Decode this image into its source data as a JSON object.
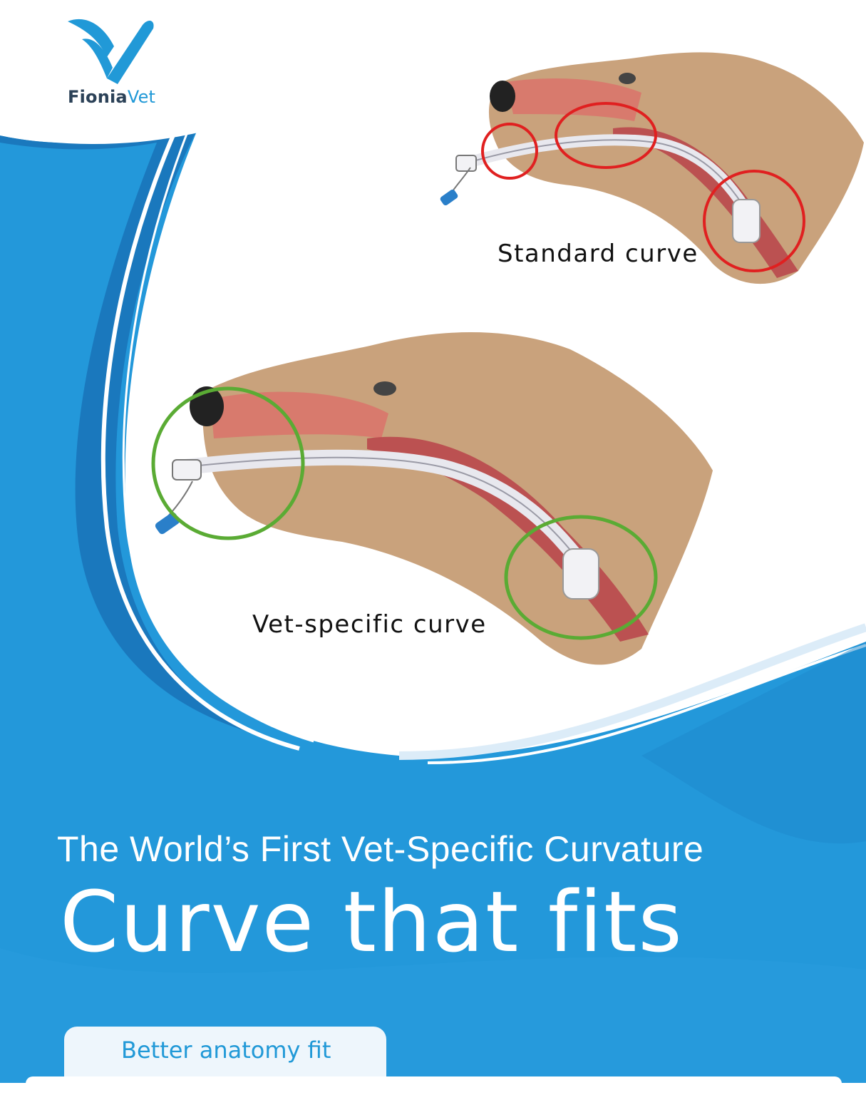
{
  "brand": {
    "name_primary": "Fionia",
    "name_accent": "Vet",
    "colors": {
      "brand_blue": "#2199d7",
      "dark_navy": "#2b4157",
      "panel_blue": "#1e8fd0"
    }
  },
  "illustrations": {
    "standard": {
      "caption": "Standard curve",
      "marker_color": "#e02020",
      "icon": "dog-intubation-standard-illustration"
    },
    "vet_specific": {
      "caption": "Vet-specific curve",
      "marker_color": "#5aab34",
      "icon": "dog-intubation-vet-illustration"
    }
  },
  "headline": "The World’s First Vet-Specific Curvature",
  "title": "Curve that fits",
  "tabs": [
    {
      "label": "Better anatomy fit"
    }
  ]
}
